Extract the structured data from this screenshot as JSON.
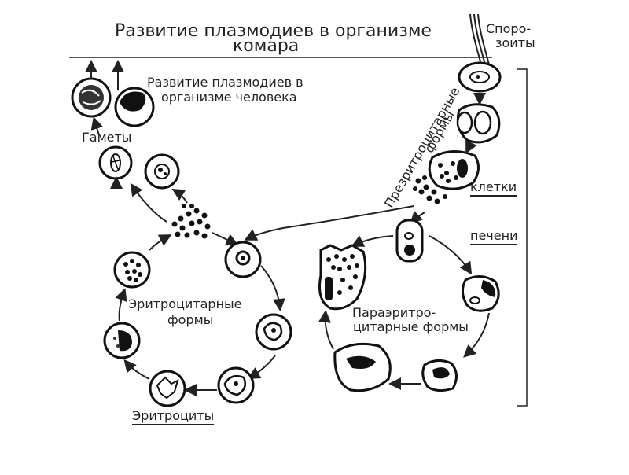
{
  "labels": {
    "mosquito_title_line1": "Развитие плазмодиев в организме",
    "mosquito_title_line2": "комара",
    "sporozoites_line1": "Споро-",
    "sporozoites_line2": "зоиты",
    "human_title_line1": "Развитие плазмодиев в",
    "human_title_line2": "организме человека",
    "gametes": "Гаметы",
    "preerythrocytic_line1": "Презритроцитарные",
    "preerythrocytic_line2": "формы",
    "liver_cells_line1": "клетки",
    "liver_cells_line2": "печени",
    "erythrocytic_line1": "Эритроцитарные",
    "erythrocytic_line2": "формы",
    "paraerythrocytic_line1": "Параэритро-",
    "paraerythrocytic_line2": "цитарные формы",
    "erythrocytes": "Эритроциты"
  }
}
